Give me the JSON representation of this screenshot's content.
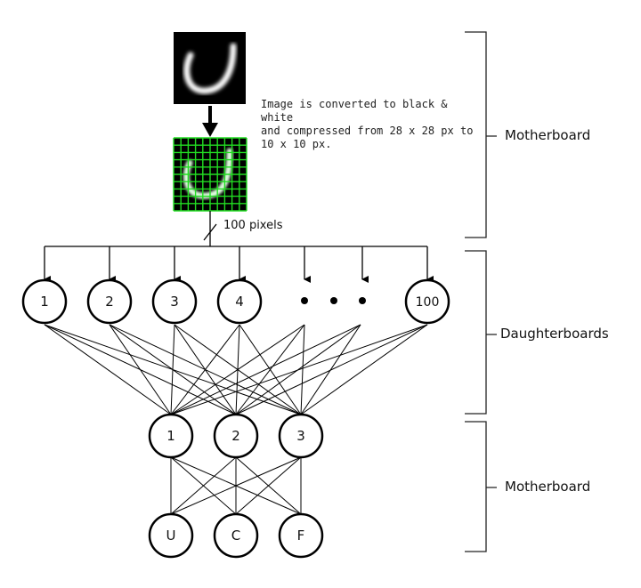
{
  "description_lines": [
    "Image is converted to black & white",
    "and compressed from 28 x 28 px to",
    "10 x 10 px."
  ],
  "bus_label": "100 pixels",
  "input_nodes": [
    "1",
    "2",
    "3",
    "4",
    "100"
  ],
  "hidden_nodes": [
    "1",
    "2",
    "3"
  ],
  "output_nodes": [
    "U",
    "C",
    "F"
  ],
  "brackets": [
    {
      "label": "Motherboard"
    },
    {
      "label": "Daughterboards"
    },
    {
      "label": "Motherboard"
    }
  ],
  "colors": {
    "grid": "#22dd22",
    "stroke": "#000000"
  }
}
